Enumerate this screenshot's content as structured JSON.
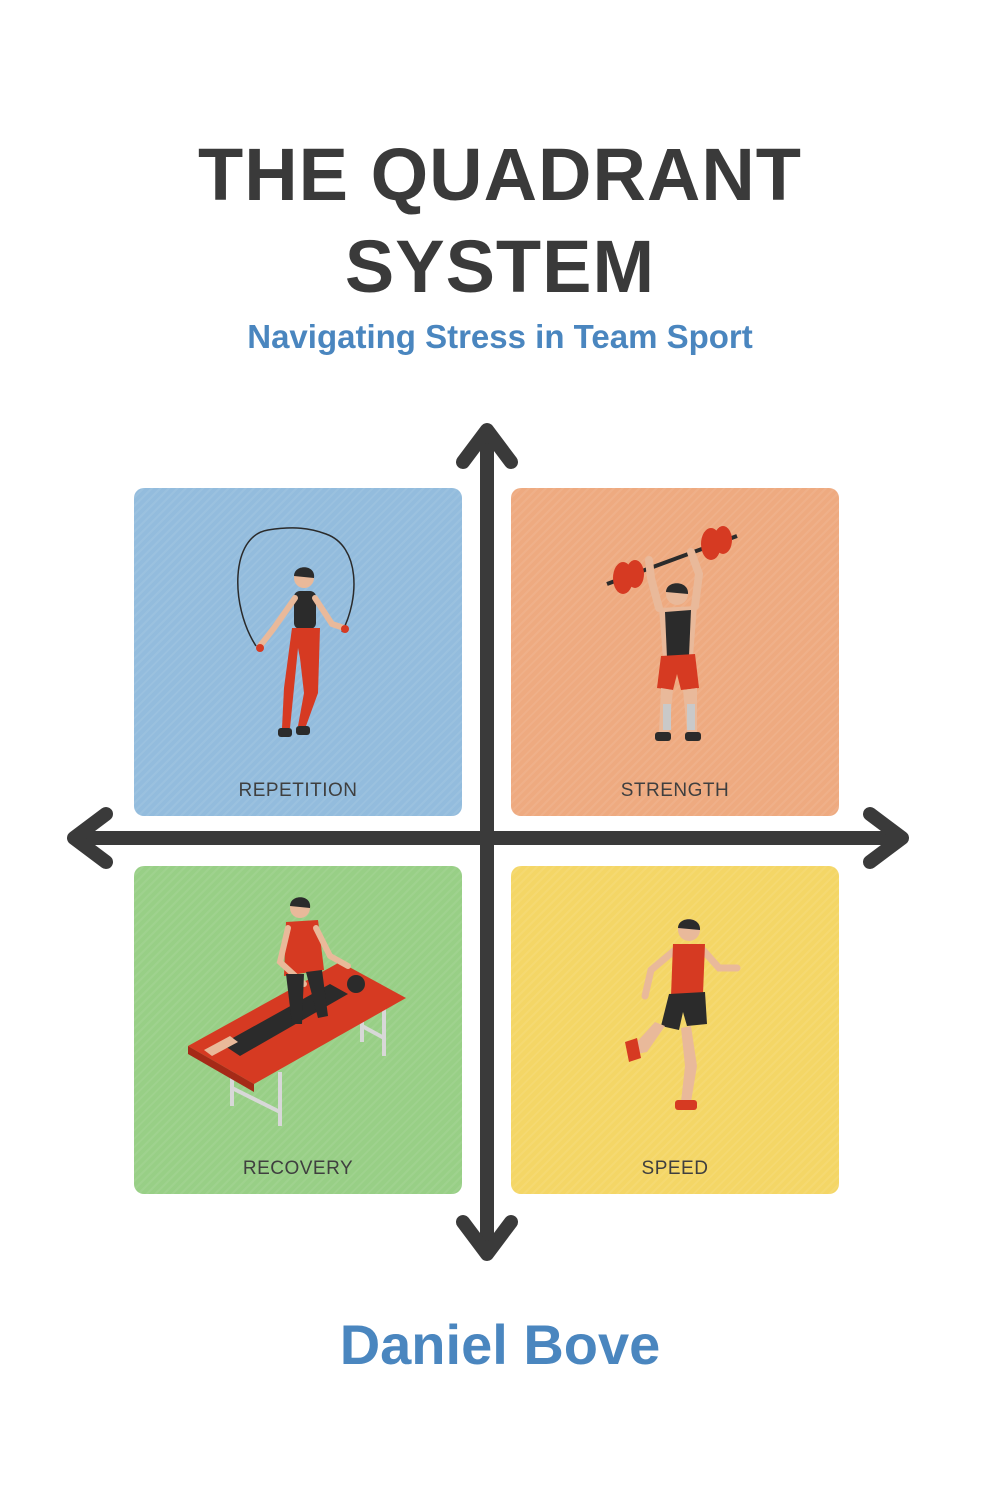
{
  "cover": {
    "title_line1": "THE QUADRANT",
    "title_line2": "SYSTEM",
    "subtitle": "Navigating Stress in Team Sport",
    "author": "Daniel Bove"
  },
  "quadrants": {
    "top_left": {
      "label": "REPETITION",
      "color": "#93bcdd",
      "illustration": "jump-rope-icon"
    },
    "top_right": {
      "label": "STRENGTH",
      "color": "#eeaa80",
      "illustration": "weightlifter-icon"
    },
    "bottom_left": {
      "label": "RECOVERY",
      "color": "#98cf86",
      "illustration": "massage-table-icon"
    },
    "bottom_right": {
      "label": "SPEED",
      "color": "#f4d666",
      "illustration": "runner-icon"
    }
  },
  "colors": {
    "title": "#3a3a3a",
    "accent": "#4a86bf",
    "axis": "#3a3a3a",
    "figure_red": "#d63a22"
  }
}
